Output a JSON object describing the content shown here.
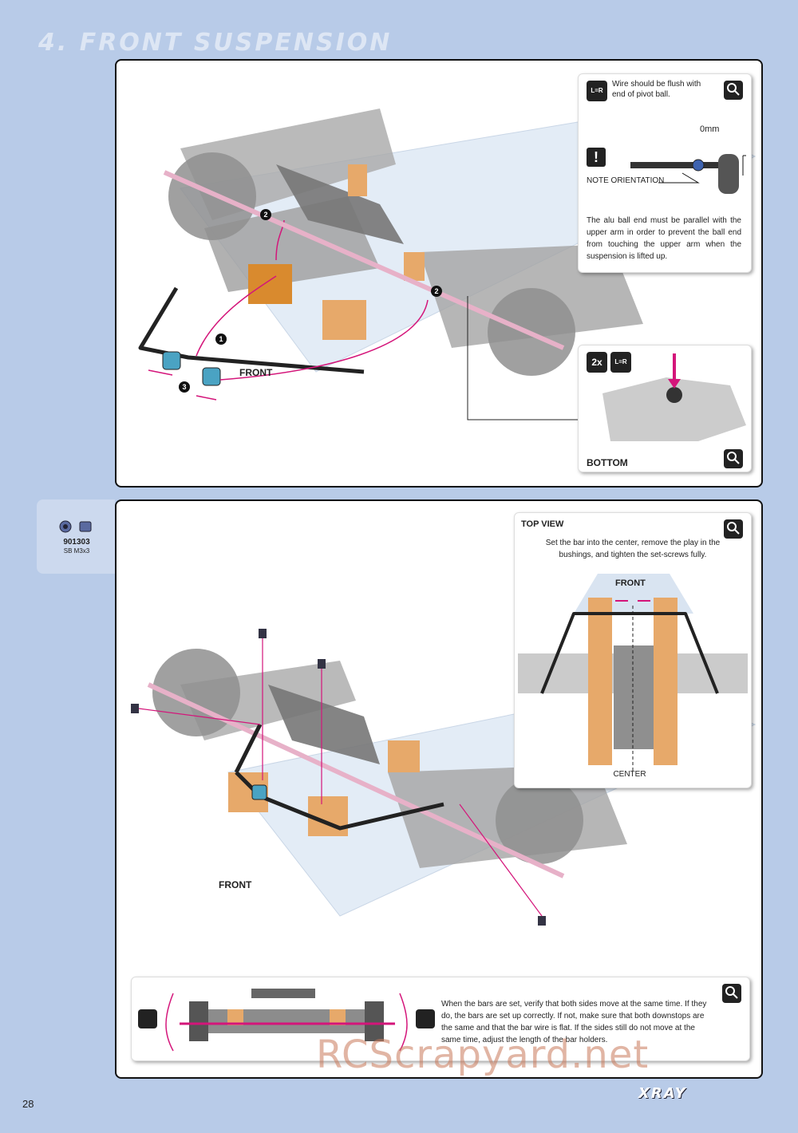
{
  "section_title": "4. FRONT SUSPENSION",
  "page_number": "28",
  "brand": "XRAY",
  "watermark": "RCScrapyard.net",
  "part": {
    "number": "901303",
    "name": "SB M3x3"
  },
  "panel1": {
    "front_label": "FRONT",
    "step_labels": [
      "2",
      "1",
      "3",
      "2"
    ],
    "callout_ball": {
      "wire_note": "Wire should be flush with end of pivot ball.",
      "badge": "L=R",
      "measure": "0mm",
      "note_orientation": "NOTE ORIENTATION",
      "alu_note": "The alu ball end must be parallel with the upper arm in order to prevent the ball end from touching the upper arm when the suspension is lifted up.",
      "detail": "DETAIL"
    },
    "callout_bottom": {
      "qty": "2x",
      "badge": "L=R",
      "label": "BOTTOM",
      "detail": "DETAIL"
    }
  },
  "panel2": {
    "front_label": "FRONT",
    "callout_top": {
      "title": "TOP VIEW",
      "text": "Set the bar into the center, remove the play in the bushings, and tighten the set-screws fully.",
      "front_label": "FRONT",
      "center_label": "CENTER",
      "detail": "DETAIL"
    },
    "callout_bars": {
      "text": "When the bars are set, verify that both sides move at the same time. If they do, the bars are set up correctly. If not, make sure that both downstops are the same and that the bar wire is flat. If the sides still do not move at the same time, adjust the length of the bar holders.",
      "detail": "DETAIL"
    }
  },
  "colors": {
    "page_bg": "#b8cbe8",
    "accent": "#d4157a",
    "orange": "#e8a050",
    "grey": "#9a9a9a"
  }
}
